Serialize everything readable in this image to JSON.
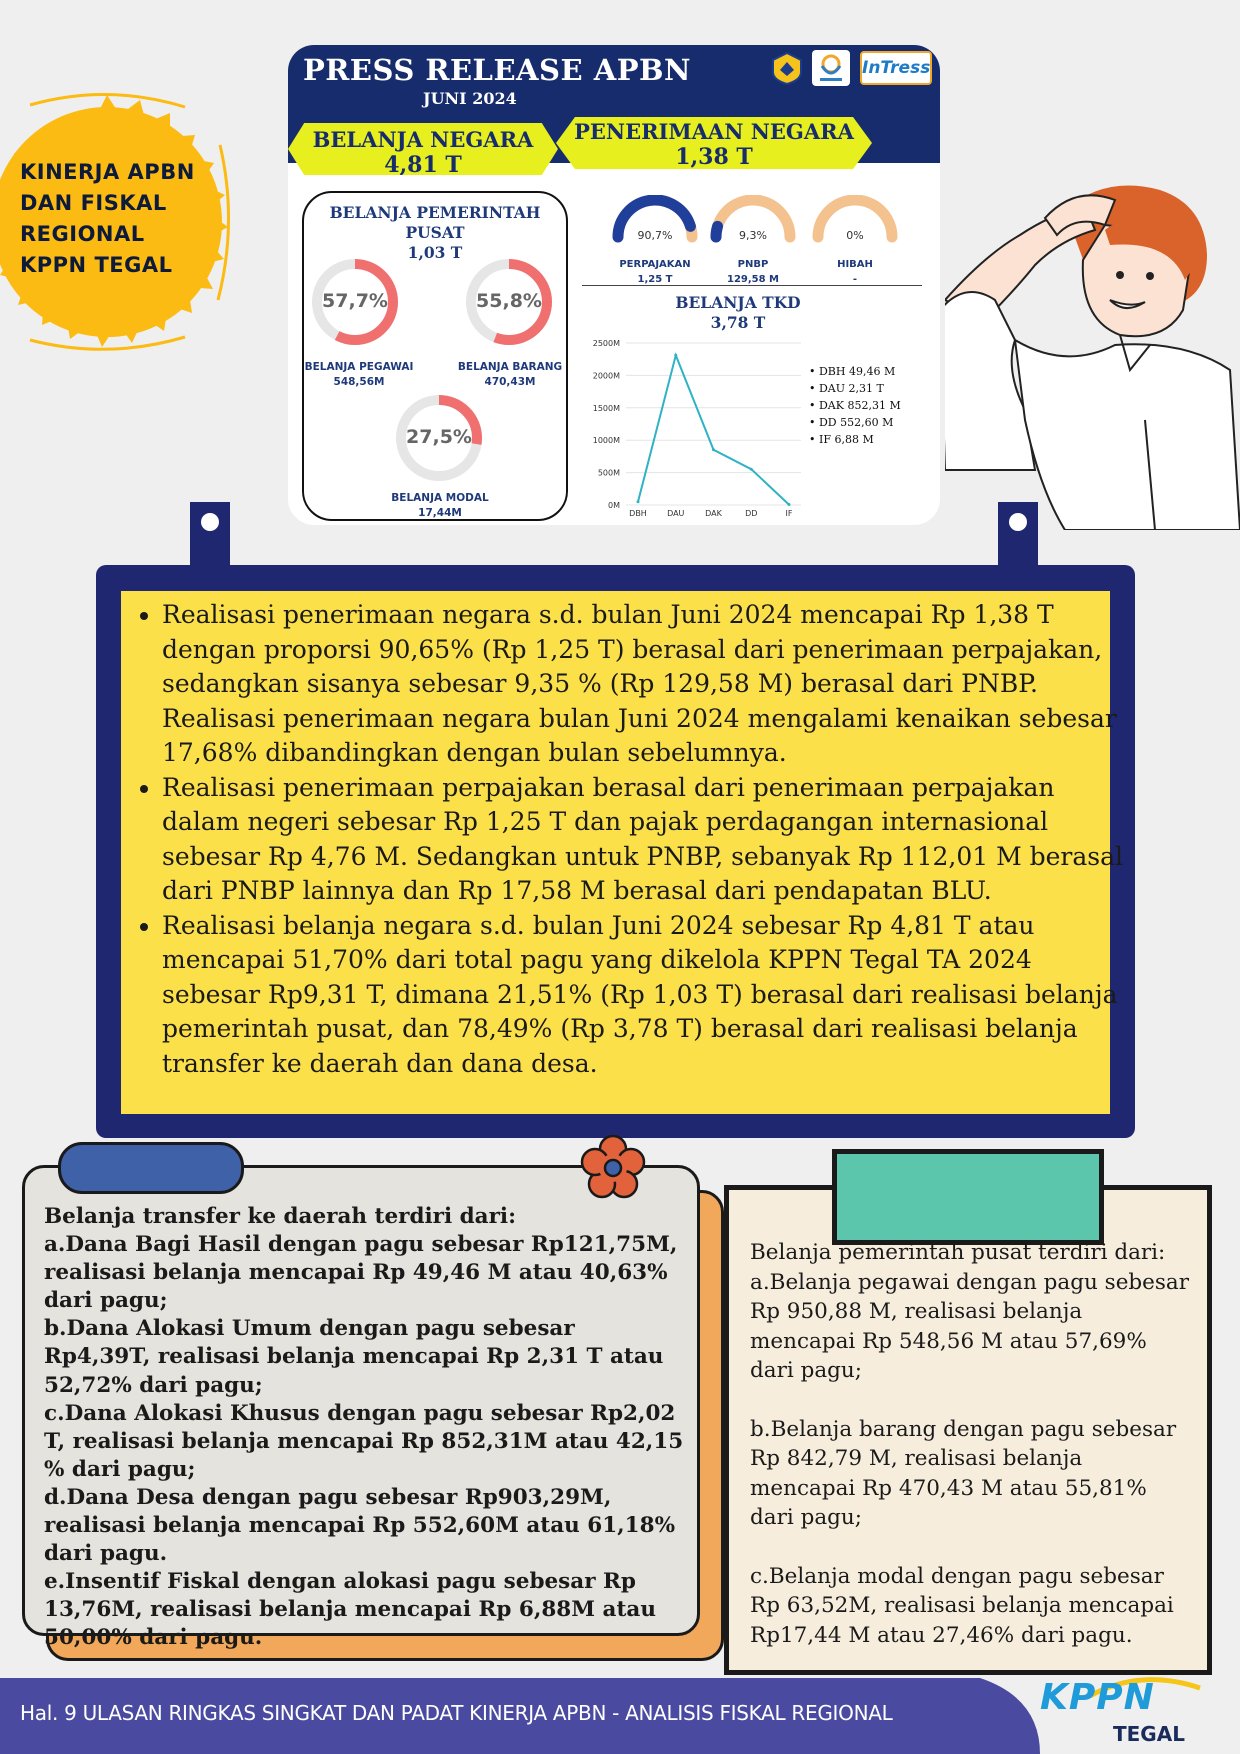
{
  "badge": {
    "line1": "KINERJA APBN",
    "line2": "DAN FISKAL",
    "line3": "REGIONAL",
    "line4": "KPPN TEGAL"
  },
  "header": {
    "title": "PRESS RELEASE APBN",
    "subtitle": "JUNI 2024",
    "logo3": "InTress"
  },
  "belanja_negara": {
    "label": "BELANJA NEGARA",
    "value": "4,81 T"
  },
  "penerimaan_negara": {
    "label": "PENERIMAAN NEGARA",
    "value": "1,38 T"
  },
  "belanja_pusat": {
    "title1": "BELANJA PEMERINTAH",
    "title2": "PUSAT",
    "value": "1,03 T",
    "items": [
      {
        "pct": "57,7%",
        "fraction": 0.577,
        "label": "BELANJA PEGAWAI",
        "amount": "548,56M"
      },
      {
        "pct": "55,8%",
        "fraction": 0.558,
        "label": "BELANJA BARANG",
        "amount": "470,43M"
      },
      {
        "pct": "27,5%",
        "fraction": 0.275,
        "label": "BELANJA MODAL",
        "amount": "17,44M"
      }
    ]
  },
  "penerimaan": [
    {
      "pct": "90,7%",
      "fraction": 0.907,
      "label": "PERPAJAKAN",
      "amount": "1,25 T"
    },
    {
      "pct": "9,3%",
      "fraction": 0.093,
      "label": "PNBP",
      "amount": "129,58 M"
    },
    {
      "pct": "0%",
      "fraction": 0.0,
      "label": "HIBAH",
      "amount": "-"
    }
  ],
  "chart_data": {
    "type": "line",
    "title": "BELANJA TKD",
    "subtitle": "3,78 T",
    "categories": [
      "DBH",
      "DAU",
      "DAK",
      "DD",
      "IF"
    ],
    "values": [
      49.46,
      2310,
      852.31,
      552.6,
      6.88
    ],
    "yticks": [
      "0M",
      "500M",
      "1000M",
      "1500M",
      "2000M",
      "2500M"
    ],
    "ylim": [
      0,
      2500
    ],
    "grid": true,
    "annotations": [
      "DBH 49,46 M",
      "DAU 2,31 T",
      "DAK 852,31 M",
      "DD 552,60 M",
      "IF 6,88 M"
    ],
    "color": "#2db3c4"
  },
  "bullets": [
    "Realisasi penerimaan negara s.d. bulan Juni 2024 mencapai Rp 1,38 T dengan proporsi 90,65% (Rp 1,25 T) berasal dari penerimaan perpajakan, sedangkan sisanya sebesar 9,35 % (Rp 129,58 M) berasal dari PNBP. Realisasi penerimaan negara bulan Juni 2024 mengalami kenaikan sebesar 17,68% dibandingkan dengan bulan sebelumnya.",
    "Realisasi penerimaan perpajakan berasal dari penerimaan perpajakan dalam negeri sebesar Rp 1,25 T dan pajak perdagangan internasional sebesar Rp 4,76 M. Sedangkan untuk PNBP, sebanyak Rp 112,01 M berasal dari PNBP lainnya dan Rp 17,58 M berasal dari pendapatan BLU.",
    "Realisasi belanja negara s.d. bulan Juni 2024 sebesar Rp 4,81 T atau mencapai 51,70% dari total pagu yang dikelola KPPN Tegal TA 2024 sebesar Rp9,31 T, dimana 21,51% (Rp 1,03 T) berasal dari realisasi belanja pemerintah pusat, dan 78,49% (Rp 3,78 T) berasal dari realisasi belanja transfer ke daerah dan dana desa."
  ],
  "tkd_card": {
    "heading": "Belanja transfer ke daerah terdiri dari:",
    "items": [
      "a.Dana Bagi Hasil dengan pagu sebesar Rp121,75M, realisasi belanja mencapai Rp 49,46 M atau 40,63% dari pagu;",
      "b.Dana Alokasi Umum dengan pagu sebesar Rp4,39T, realisasi belanja mencapai Rp 2,31 T atau 52,72% dari pagu;",
      "c.Dana Alokasi Khusus dengan pagu sebesar Rp2,02 T, realisasi belanja mencapai Rp 852,31M atau 42,15 % dari pagu;",
      "d.Dana Desa dengan pagu sebesar Rp903,29M, realisasi belanja mencapai Rp 552,60M atau 61,18% dari pagu.",
      "e.Insentif Fiskal dengan alokasi pagu sebesar Rp 13,76M, realisasi belanja mencapai Rp 6,88M atau 50,00% dari pagu."
    ]
  },
  "pusat_card": {
    "heading": "Belanja pemerintah pusat terdiri dari:",
    "items": [
      "a.Belanja pegawai dengan pagu sebesar Rp 950,88 M, realisasi belanja mencapai Rp 548,56 M atau 57,69% dari pagu;",
      "b.Belanja barang dengan pagu sebesar Rp 842,79 M, realisasi belanja mencapai Rp 470,43 M atau 55,81% dari pagu;",
      "c.Belanja modal dengan pagu sebesar Rp 63,52M, realisasi belanja mencapai Rp17,44 M atau 27,46% dari pagu."
    ]
  },
  "footer": {
    "page": "Hal. 9",
    "text": "ULASAN RINGKAS SINGKAT DAN PADAT  KINERJA APBN - ANALISIS FISKAL REGIONAL",
    "brand": "KPPN",
    "brand_sub": "TEGAL"
  },
  "colors": {
    "navy": "#172c6c",
    "yellow": "#e7f01e",
    "card_yellow": "#fbe04a",
    "donut": "#f07070",
    "gauge_blue": "#1f3f9a",
    "gauge_peach": "#f3c28f",
    "teal": "#5cc6ad",
    "footer": "#4a4aa0"
  }
}
